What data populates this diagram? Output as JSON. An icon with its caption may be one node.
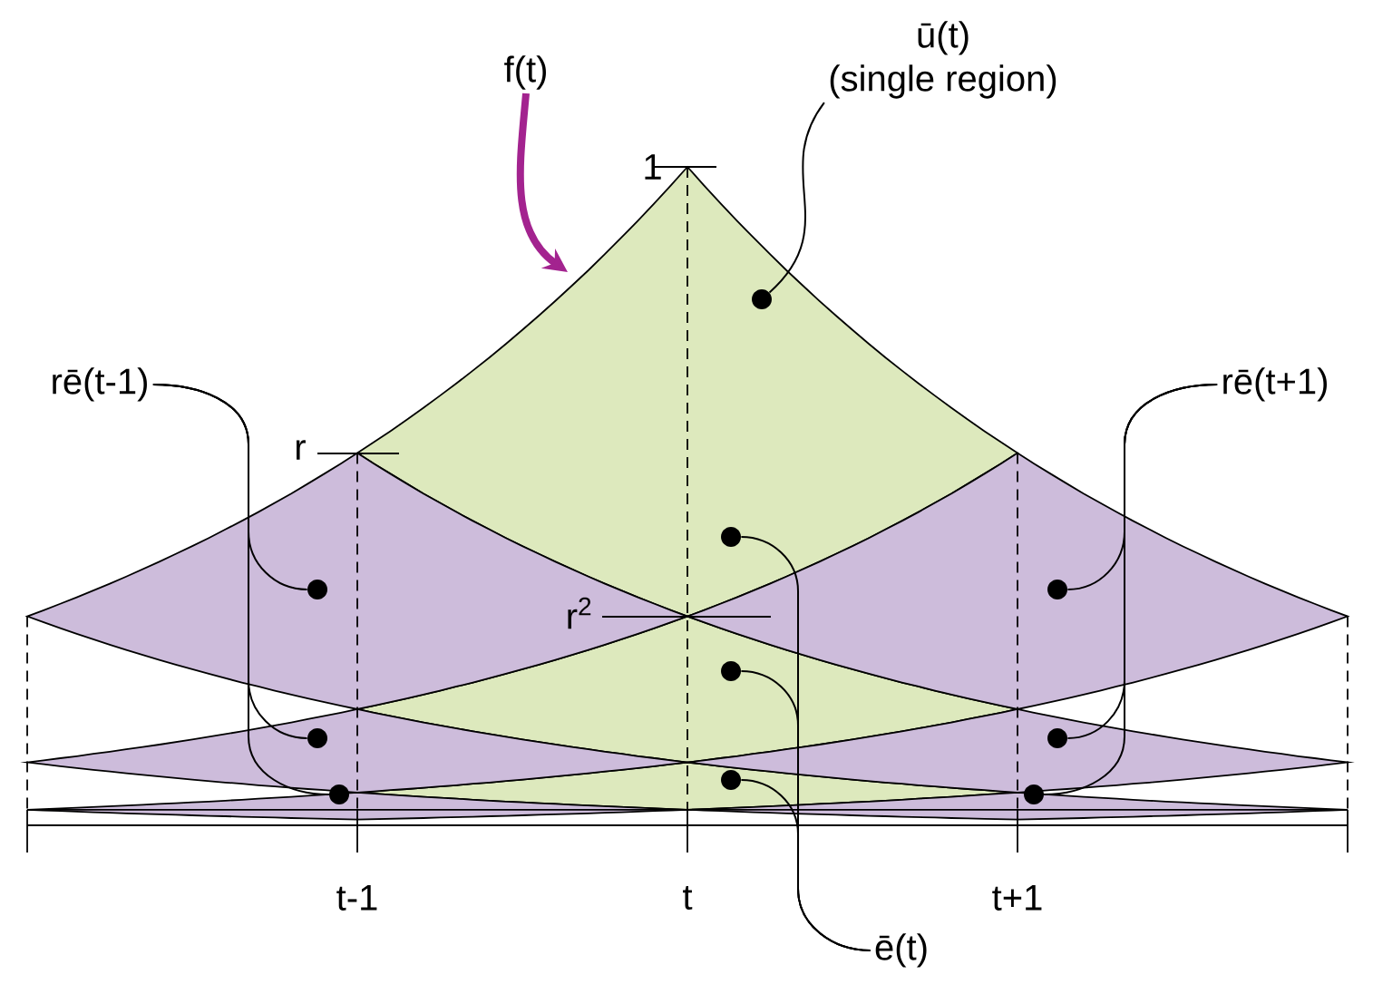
{
  "diagram": {
    "nodes": [
      {
        "text": [
          "f(t)"
        ]
      },
      {
        "text": [
          "ū(t)",
          "(single region)"
        ]
      },
      {
        "text": [
          "rē(t-1)"
        ]
      },
      {
        "text": [
          "rē(t+1)"
        ]
      },
      {
        "text": [
          "ē(t)"
        ]
      },
      {
        "text": [],
        "shape": "circle"
      },
      {
        "text": [],
        "shape": "circle"
      },
      {
        "text": [],
        "shape": "circle"
      },
      {
        "text": [],
        "shape": "circle"
      },
      {
        "text": [],
        "shape": "circle"
      },
      {
        "text": [],
        "shape": "circle"
      },
      {
        "text": [],
        "shape": "circle"
      },
      {
        "text": [],
        "shape": "circle"
      },
      {
        "text": [],
        "shape": "circle"
      },
      {
        "text": [],
        "shape": "circle"
      }
    ],
    "edges": [
      {
        "from": 0,
        "to": null,
        "arrow": "to",
        "style": "thick",
        "color": "#a3238f"
      },
      {
        "from": 1,
        "to": 5,
        "arrow": "none"
      },
      {
        "from": 2,
        "to": 6,
        "arrow": "none"
      },
      {
        "from": 2,
        "to": 7,
        "arrow": "none"
      },
      {
        "from": 2,
        "to": 8,
        "arrow": "none"
      },
      {
        "from": 4,
        "to": 9,
        "arrow": "none"
      },
      {
        "from": 4,
        "to": 10,
        "arrow": "none"
      },
      {
        "from": 4,
        "to": 11,
        "arrow": "none"
      },
      {
        "from": 3,
        "to": 12,
        "arrow": "none"
      },
      {
        "from": 3,
        "to": 13,
        "arrow": "none"
      },
      {
        "from": 3,
        "to": 14,
        "arrow": "none"
      }
    ],
    "labels": [
      "1",
      "r",
      "r$^{2}$",
      "t-1",
      "t",
      "t+1"
    ]
  }
}
